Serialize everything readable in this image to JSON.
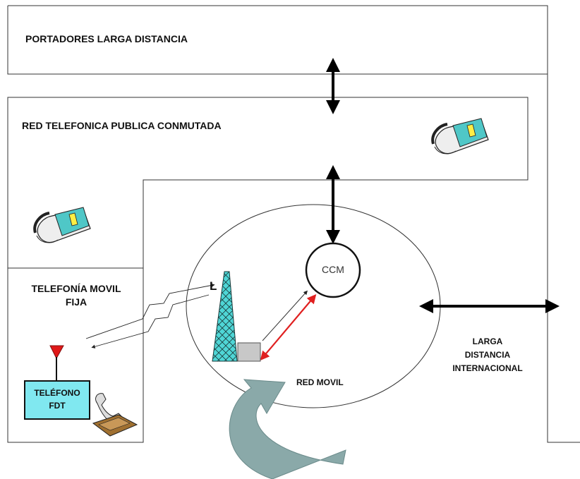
{
  "labels": {
    "portadores": "PORTADORES LARGA DISTANCIA",
    "rtpc": "RED TELEFONICA PUBLICA CONMUTADA",
    "movil_fija_line1": "TELEFONÍA MOVIL",
    "movil_fija_line2": "FIJA",
    "ccm": "CCM",
    "tower_mark": "L",
    "red_movil": "RED MOVIL",
    "larga_line1": "LARGA",
    "larga_line2": "DISTANCIA",
    "larga_line3": "INTERNACIONAL",
    "fdt_line1": "TELÉFONO",
    "fdt_line2": "FDT"
  },
  "colors": {
    "phone_body": "#4fc7c7",
    "tower": "#4fd6d6",
    "fdt_box": "#80e8f0",
    "antenna": "#e01818",
    "red_arrow": "#e02020",
    "big_arrow": "#8aa9a9"
  },
  "icons": [
    "desk-phone-icon",
    "cell-tower-icon",
    "antenna-icon",
    "lightning-signal-icon",
    "handset-fax-icon"
  ]
}
